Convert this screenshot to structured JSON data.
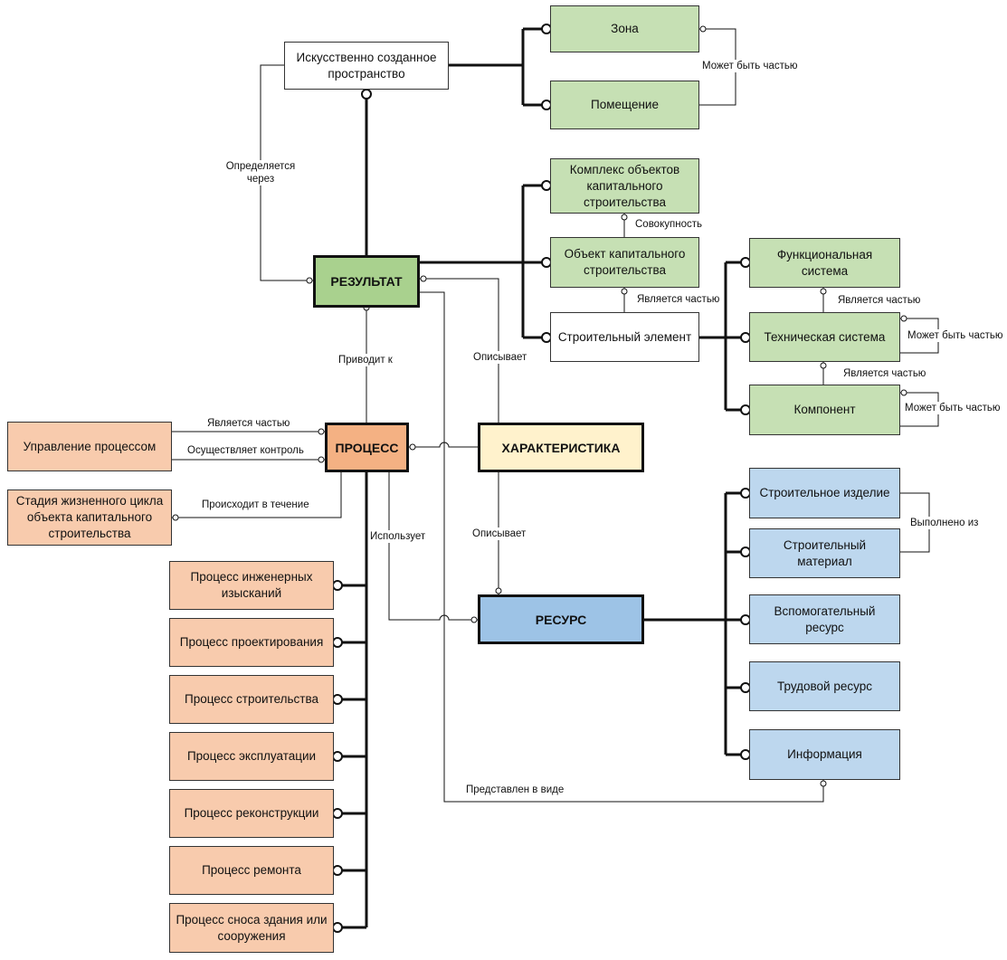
{
  "nodes": {
    "iskusstvenno": "Искусственно созданное пространство",
    "zona": "Зона",
    "pomeshchenie": "Помещение",
    "kompleks": "Комплекс объектов капитального строительства",
    "obekt": "Объект капитального строительства",
    "stroit_element": "Строительный элемент",
    "funkc_sistema": "Функциональная система",
    "tekh_sistema": "Техническая система",
    "komponent": "Компонент",
    "rezultat": "РЕЗУЛЬТАТ",
    "process": "ПРОЦЕСС",
    "kharakteristika": "ХАРАКТЕРИСТИКА",
    "resurs": "РЕСУРС",
    "upravlenie": "Управление процессом",
    "stadiya": "Стадия жизненного цикла объекта капитального строительства",
    "p_izyskaniy": "Процесс инженерных изысканий",
    "p_proekt": "Процесс проектирования",
    "p_stroit": "Процесс строительства",
    "p_ekspl": "Процесс эксплуатации",
    "p_rekonstr": "Процесс реконструкции",
    "p_remont": "Процесс ремонта",
    "p_snos": "Процесс сноса здания или сооружения",
    "izdelie": "Строительное изделие",
    "material": "Строительный материал",
    "vspomog": "Вспомогательный ресурс",
    "trudovoy": "Трудовой ресурс",
    "informaciya": "Информация"
  },
  "labels": {
    "mozhet_zona": "Может быть частью",
    "opredelyaetsya": "Определяется через",
    "sovokupnost": "Совокупность",
    "yavl_obekt": "Является частью",
    "yavl_funkc": "Является частью",
    "mozhet_tekh": "Может быть частью",
    "yavl_tekh": "Является частью",
    "mozhet_komp": "Может быть частью",
    "privodit": "Приводит к",
    "opisyvaet1": "Описывает",
    "yavl_uprav": "Является частью",
    "osushch": "Осуществляет контроль",
    "proiskhodit": "Происходит в течение",
    "ispolzuet": "Использует",
    "opisyvaet2": "Описывает",
    "vypolneno": "Выполнено из",
    "predstavlen": "Представлен в виде"
  }
}
